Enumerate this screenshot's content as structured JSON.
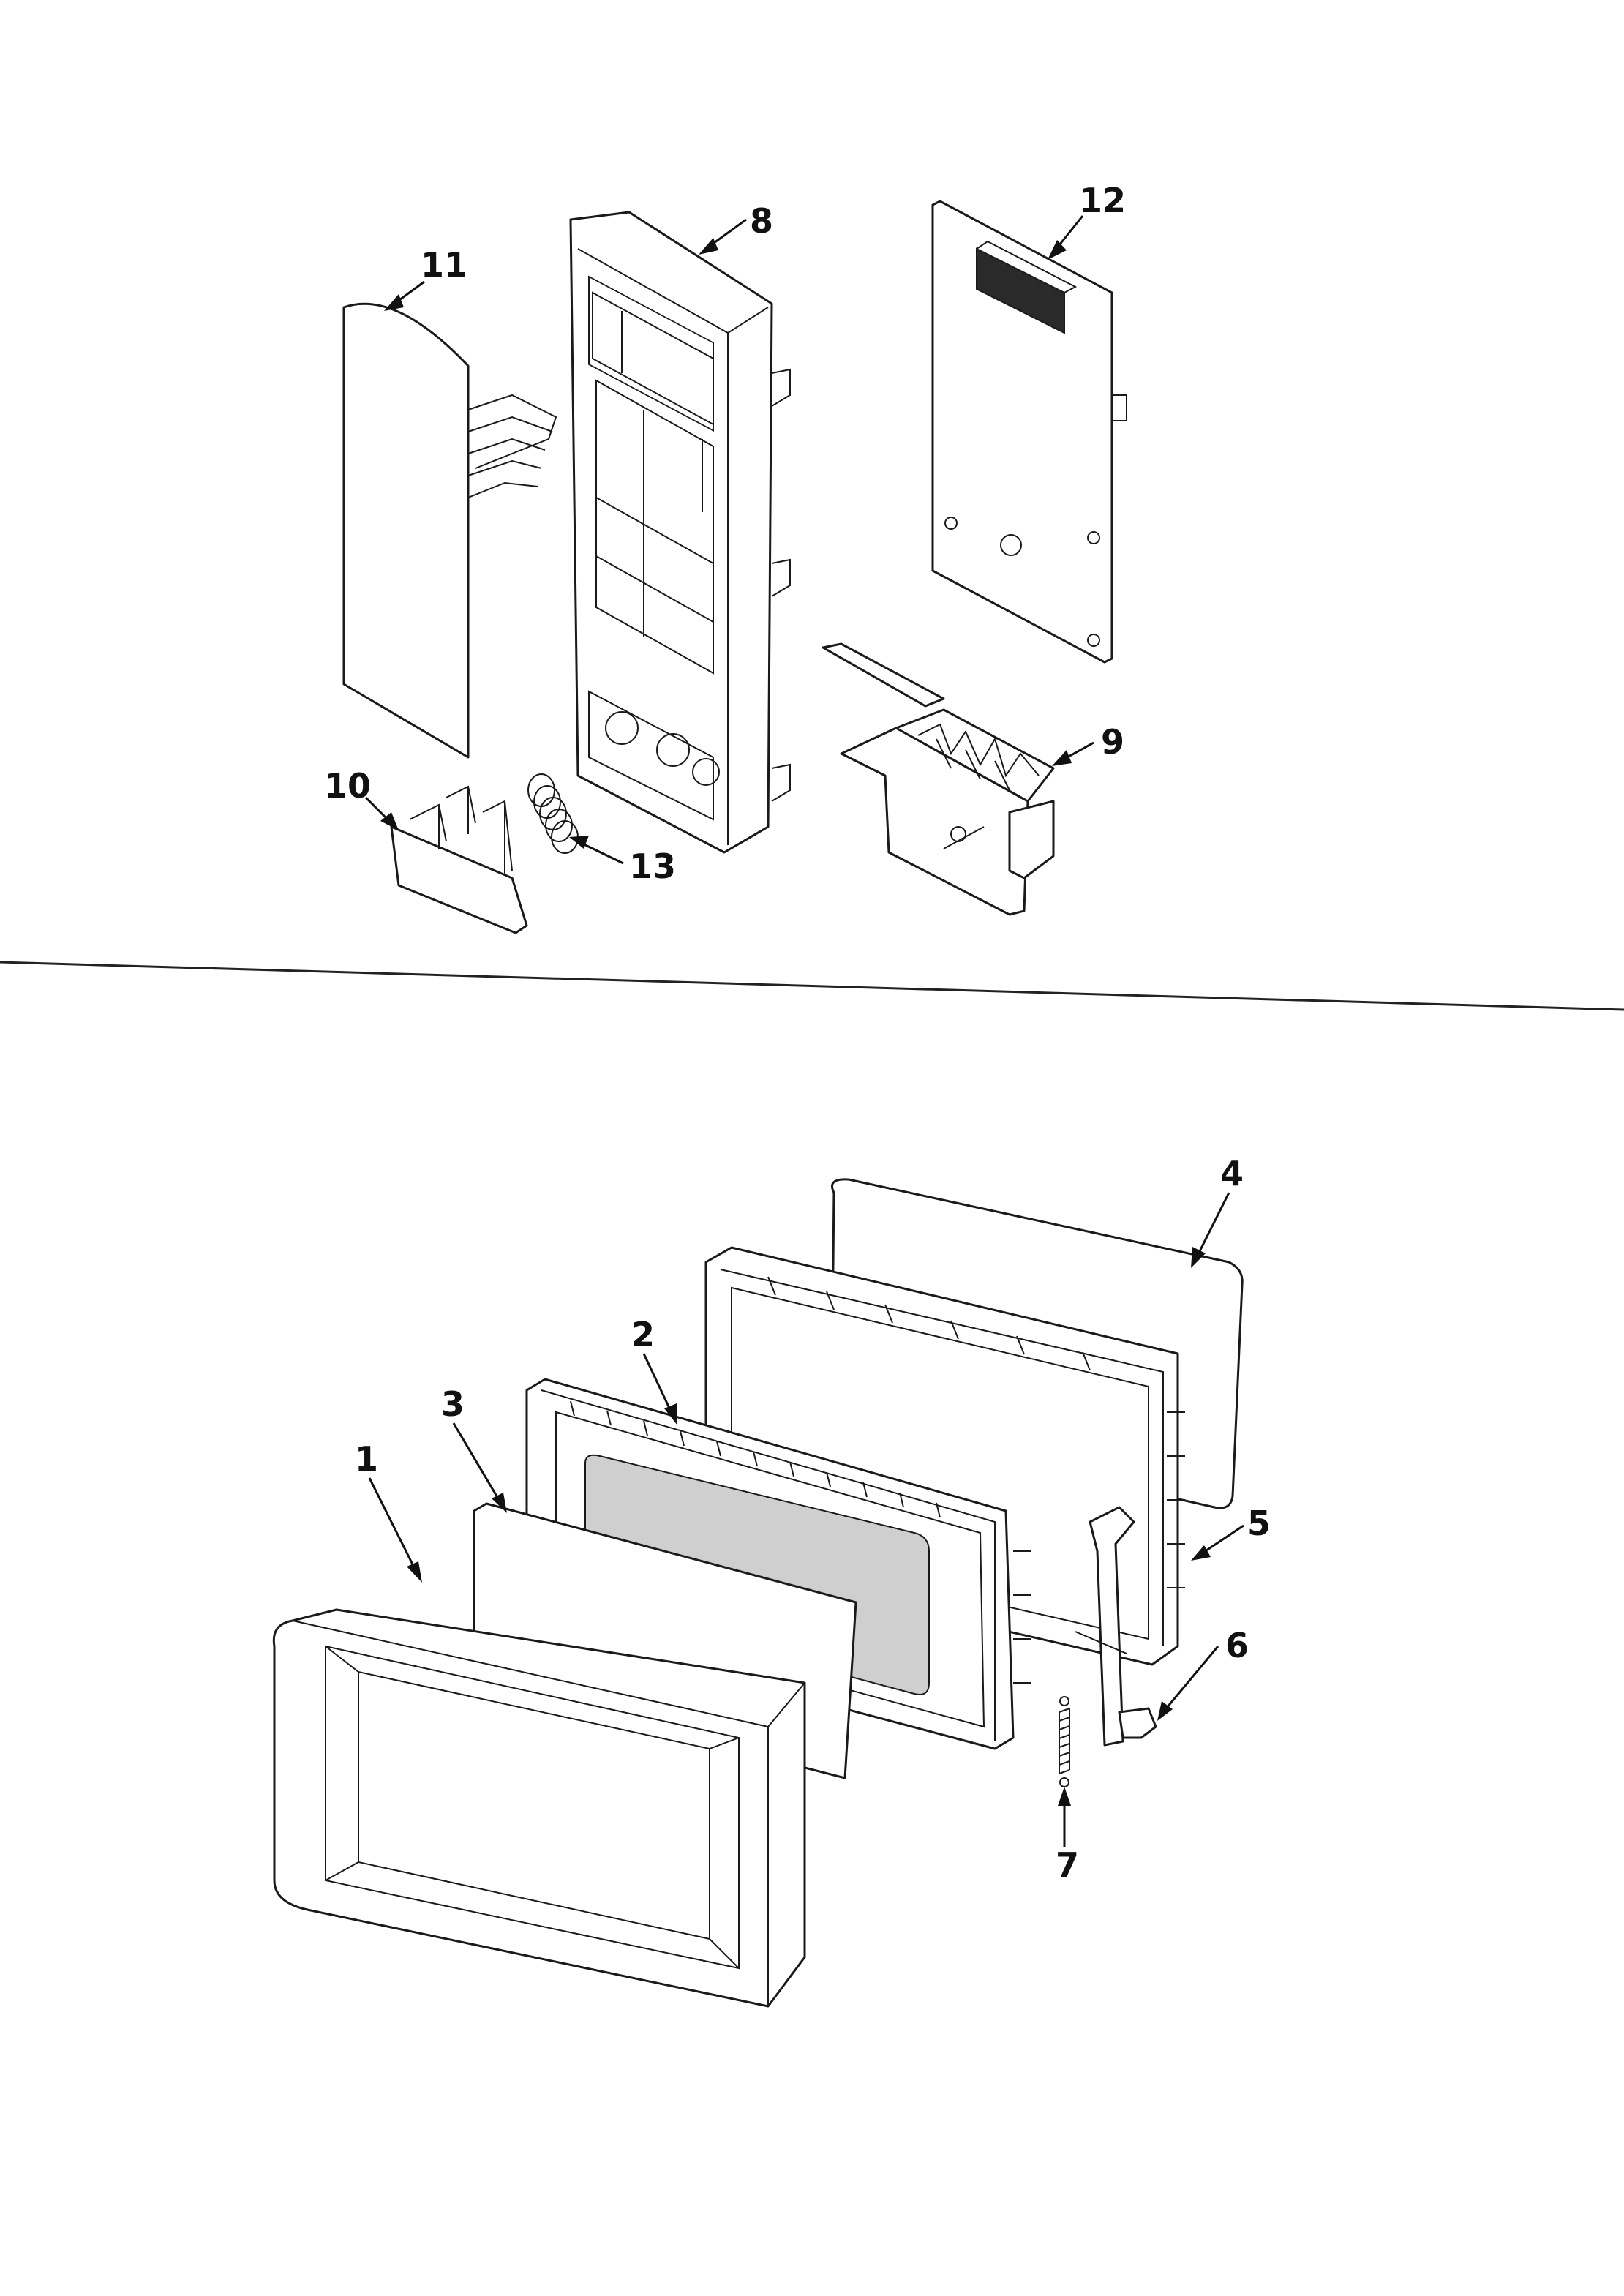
{
  "diagram": {
    "upper_group": {
      "callouts": [
        "8",
        "11",
        "12",
        "9",
        "10",
        "13"
      ]
    },
    "lower_group": {
      "callouts": [
        "4",
        "2",
        "3",
        "1",
        "5",
        "6",
        "7"
      ]
    },
    "labels": {
      "c1": "1",
      "c2": "2",
      "c3": "3",
      "c4": "4",
      "c5": "5",
      "c6": "6",
      "c7": "7",
      "c8": "8",
      "c9": "9",
      "c10": "10",
      "c11": "11",
      "c12": "12",
      "c13": "13"
    }
  }
}
